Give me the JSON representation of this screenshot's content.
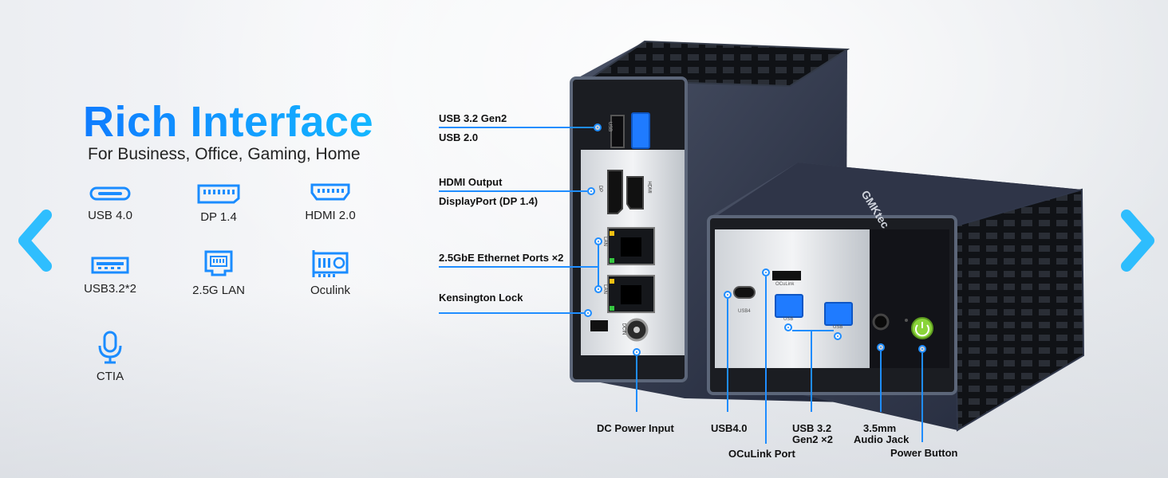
{
  "hero": {
    "title": "Rich Interface",
    "subtitle": "For Business, Office, Gaming, Home"
  },
  "features": [
    {
      "label": "USB 4.0",
      "icon": "usb-c-icon"
    },
    {
      "label": "DP 1.4",
      "icon": "displayport-icon"
    },
    {
      "label": "HDMI 2.0",
      "icon": "hdmi-icon"
    },
    {
      "label": "USB3.2*2",
      "icon": "usb-a-icon"
    },
    {
      "label": "2.5G LAN",
      "icon": "ethernet-icon"
    },
    {
      "label": "Oculink",
      "icon": "oculink-card-icon"
    },
    {
      "label": "CTIA",
      "icon": "microphone-icon"
    }
  ],
  "callouts_left": {
    "usb32": "USB 3.2 Gen2",
    "usb20": "USB 2.0",
    "hdmi": "HDMI Output",
    "dp": "DisplayPort (DP 1.4)",
    "lan": "2.5GbE Ethernet Ports ×2",
    "kensington": "Kensington Lock"
  },
  "callouts_bottom": {
    "dc": "DC Power Input",
    "usb4": "USB4.0",
    "oculink": "OCuLink Port",
    "usb32_line1": "USB 3.2",
    "usb32_line2": "Gen2 ×2",
    "audio_line1": "3.5mm",
    "audio_line2": "Audio Jack",
    "power": "Power Button"
  },
  "device": {
    "brand": "GMKtec",
    "port_labels": {
      "usb": "USB",
      "dp": "DP",
      "hdmi": "HDMI",
      "lan": "LAN",
      "dcin": "DCIN",
      "usb4": "USB4",
      "oculink": "OCuLink"
    }
  },
  "colors": {
    "accent": "#1f8dff",
    "title_gradient_start": "#0f7cff",
    "title_gradient_end": "#14b6ff",
    "arrow": "#19b8ff",
    "power": "#8ad43a"
  }
}
